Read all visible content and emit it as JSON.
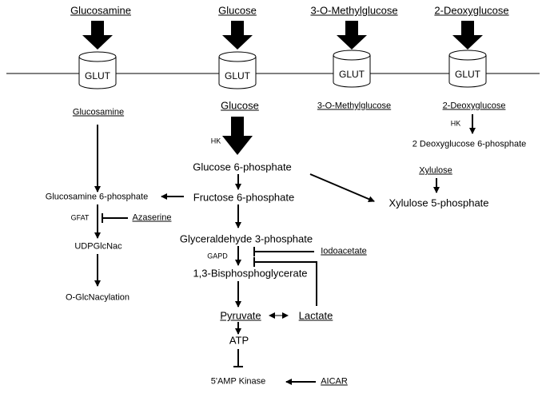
{
  "top_sugars": [
    "Glucosamine",
    "Glucose",
    "3-O-Methylglucose",
    "2-Deoxyglucose"
  ],
  "transporter": "GLUT",
  "inner_sugars": [
    "Glucosamine",
    "Glucose",
    "3-O-Methylglucose",
    "2-Deoxyglucose"
  ],
  "enzymes": {
    "hk_glucose": "HK",
    "hk_deoxy": "HK",
    "gfat": "GFAT",
    "gapd": "GAPD"
  },
  "inhibitors": {
    "azaserine": "Azaserine",
    "iodoacetate": "Iodoacetate",
    "aicar": "AICAR"
  },
  "metabolites": {
    "deoxyglucose_6p": "2 Deoxyglucose 6-phosphate",
    "glucose_6p": "Glucose 6-phosphate",
    "fructose_6p": "Fructose 6-phosphate",
    "glucosamine_6p": "Glucosamine 6-phosphate",
    "xylulose": "Xylulose",
    "xylulose_5p": "Xylulose 5-phosphate",
    "udpglcnac": "UDPGlcNac",
    "o_glcnacylation": "O-GlcNacylation",
    "g3p": "Glyceraldehyde 3-phosphate",
    "bpg": "1,3-Bisphosphoglycerate",
    "pyruvate": "Pyruvate",
    "lactate": "Lactate",
    "atp": "ATP",
    "amp_kinase": "5'AMP Kinase"
  }
}
